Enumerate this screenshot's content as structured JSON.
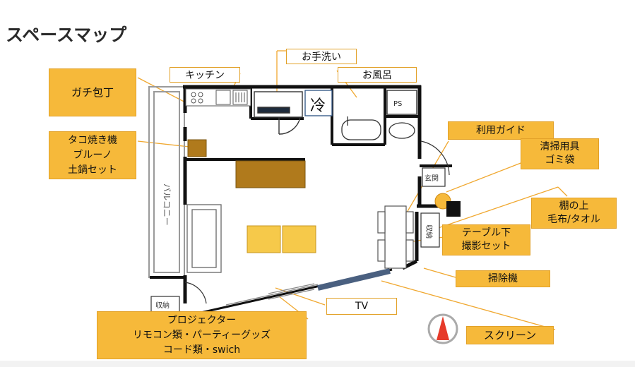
{
  "title": "スペースマップ",
  "fixture_labels": {
    "balcony": "バルコニー",
    "fridge": "冷",
    "ps": "PS",
    "entrance": "玄関",
    "storage_right": "収納",
    "storage_left": "収納"
  },
  "tags": {
    "kitchen": "キッチン",
    "handwash": "お手洗い",
    "bath": "お風呂",
    "tv": "TV"
  },
  "notes": {
    "knife": "ガチ包丁",
    "takoyaki": "タコ焼き機\nブルーノ\n土鍋セット",
    "guide": "利用ガイド",
    "cleaning": "清掃用具\nゴミ袋",
    "shelf": "棚の上\n毛布/タオル",
    "under_table": "テーブル下\n撮影セット",
    "vacuum": "掃除機",
    "projector": "プロジェクター\nリモコン類・パーティーグッズ\nコード類・swich",
    "screen": "スクリーン"
  },
  "colors": {
    "note_fill": "#f6b93a",
    "note_border": "#e2a128",
    "wall": "#111111",
    "counter": "#b07a1c",
    "cushion": "#f6c94a",
    "compass_red": "#e63a2a"
  }
}
